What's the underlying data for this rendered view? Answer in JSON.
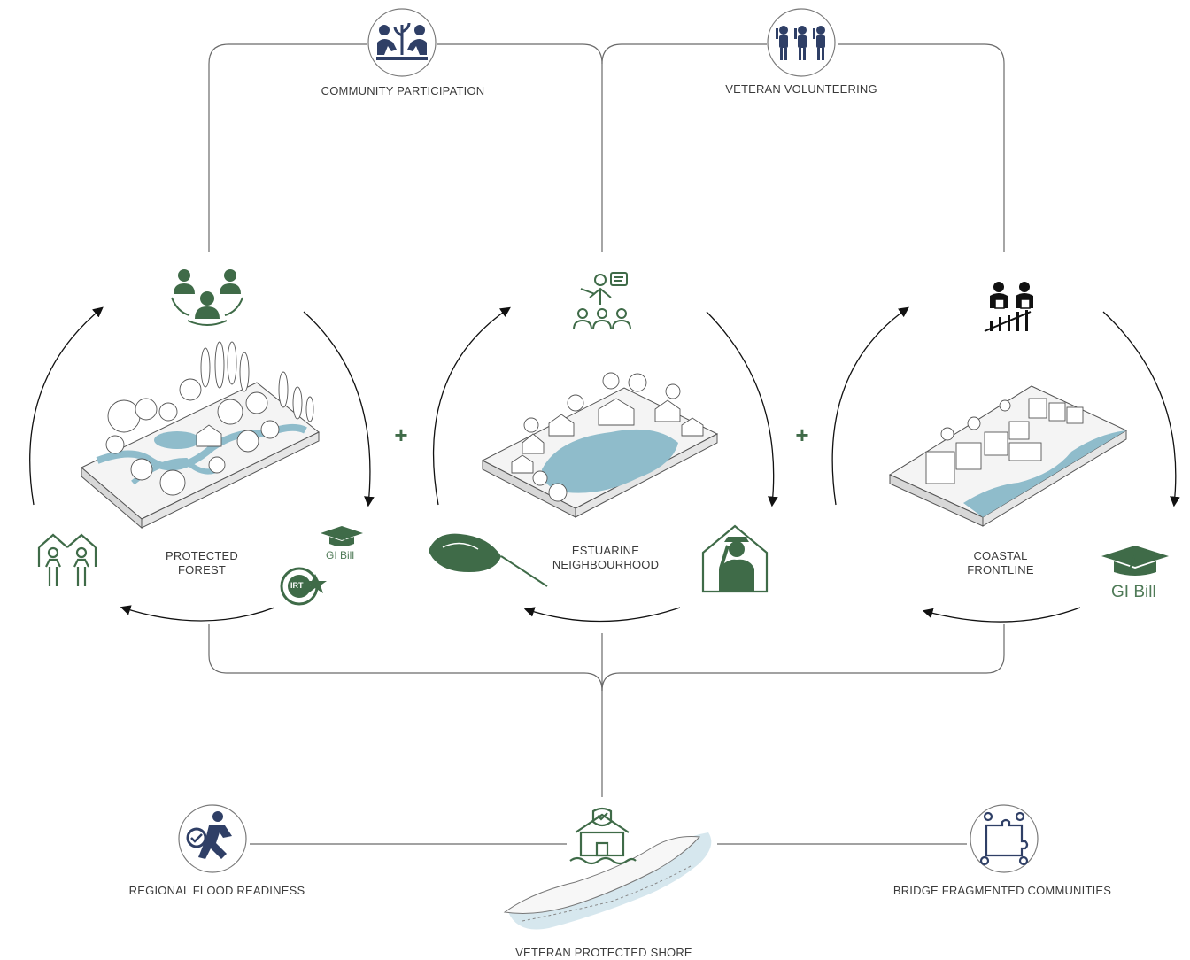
{
  "title_top": {
    "community_participation": "COMMUNITY PARTICIPATION",
    "veteran_volunteering": "VETERAN VOLUNTEERING"
  },
  "scenes": {
    "forest": {
      "line1": "PROTECTED",
      "line2": "FOREST",
      "gi_bill": "GI Bill",
      "badge": "IRT"
    },
    "estuarine": {
      "line1": "ESTUARINE",
      "line2": "NEIGHBOURHOOD"
    },
    "coastal": {
      "line1": "COASTAL",
      "line2": "FRONTLINE",
      "gi_bill": "GI Bill"
    }
  },
  "plus_signs": [
    "+",
    "+"
  ],
  "bottom": {
    "flood": "REGIONAL FLOOD READINESS",
    "shore": "VETERAN PROTECTED SHORE",
    "bridge": "BRIDGE FRAGMENTED COMMUNITIES"
  },
  "colors": {
    "green": "#3f6b48",
    "green_light": "#5c8a63",
    "navy": "#2f3f66",
    "water": "#8fbccb",
    "line": "#6a6a6a"
  }
}
